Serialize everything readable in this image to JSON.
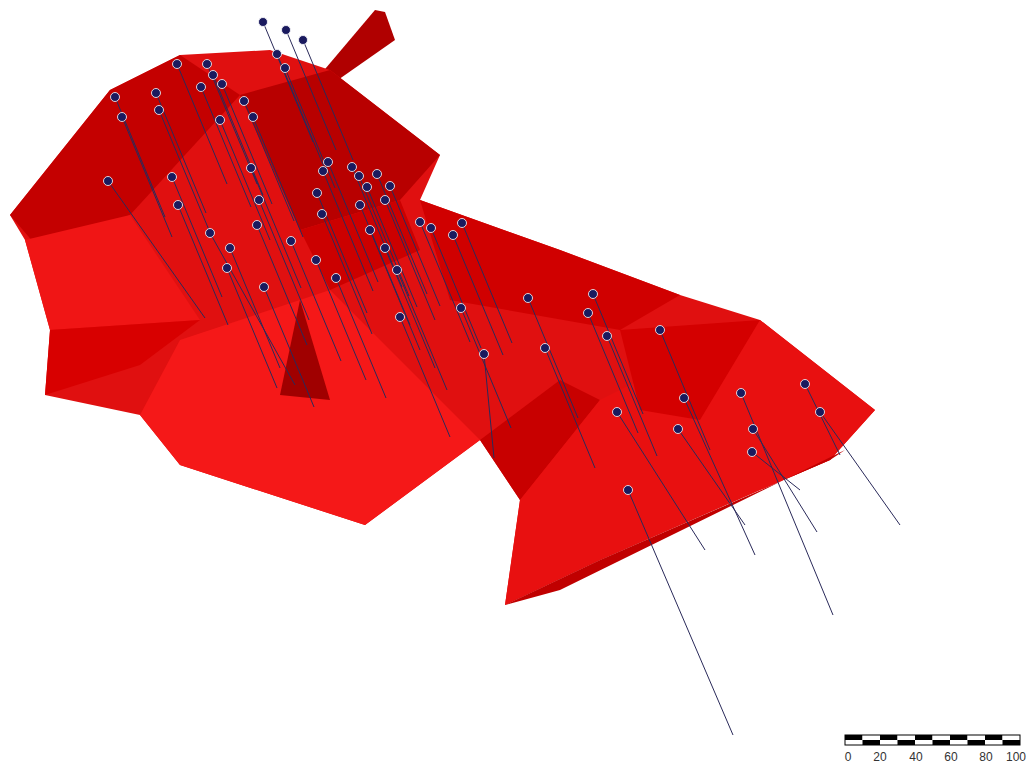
{
  "diagram": {
    "labels": [
      "0",
      "20",
      "40",
      "60",
      "80",
      "100"
    ]
  }
}
